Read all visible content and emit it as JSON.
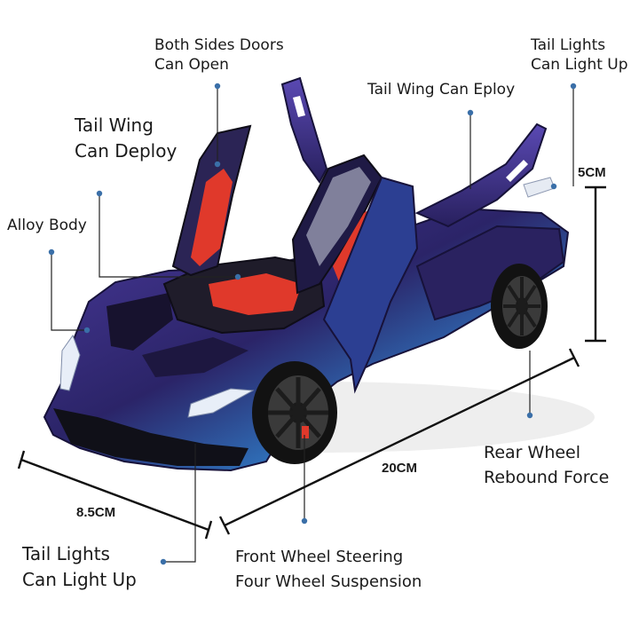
{
  "callouts": {
    "doors": [
      "Both Sides Doors",
      "Can Open"
    ],
    "tail_lights_top": [
      "Tail Lights",
      "Can Light Up"
    ],
    "tail_wing_eploy": "Tail Wing Can Eploy",
    "tail_wing_deploy": [
      "Tail Wing",
      "Can Deploy"
    ],
    "alloy_body": "Alloy Body",
    "rear_wheel": [
      "Rear Wheel",
      "Rebound Force"
    ],
    "tail_lights_bottom": [
      "Tail Lights",
      "Can Light Up"
    ],
    "front_wheel": [
      "Front Wheel Steering",
      "Four Wheel Suspension"
    ]
  },
  "dimensions": {
    "height": "5CM",
    "length": "20CM",
    "width": "8.5CM"
  },
  "colors": {
    "car_body": "#3b2f86",
    "car_highlight": "#2f6fb8",
    "interior": "#e0392b",
    "callout_dot": "#3a6fa8",
    "line": "#222222"
  }
}
